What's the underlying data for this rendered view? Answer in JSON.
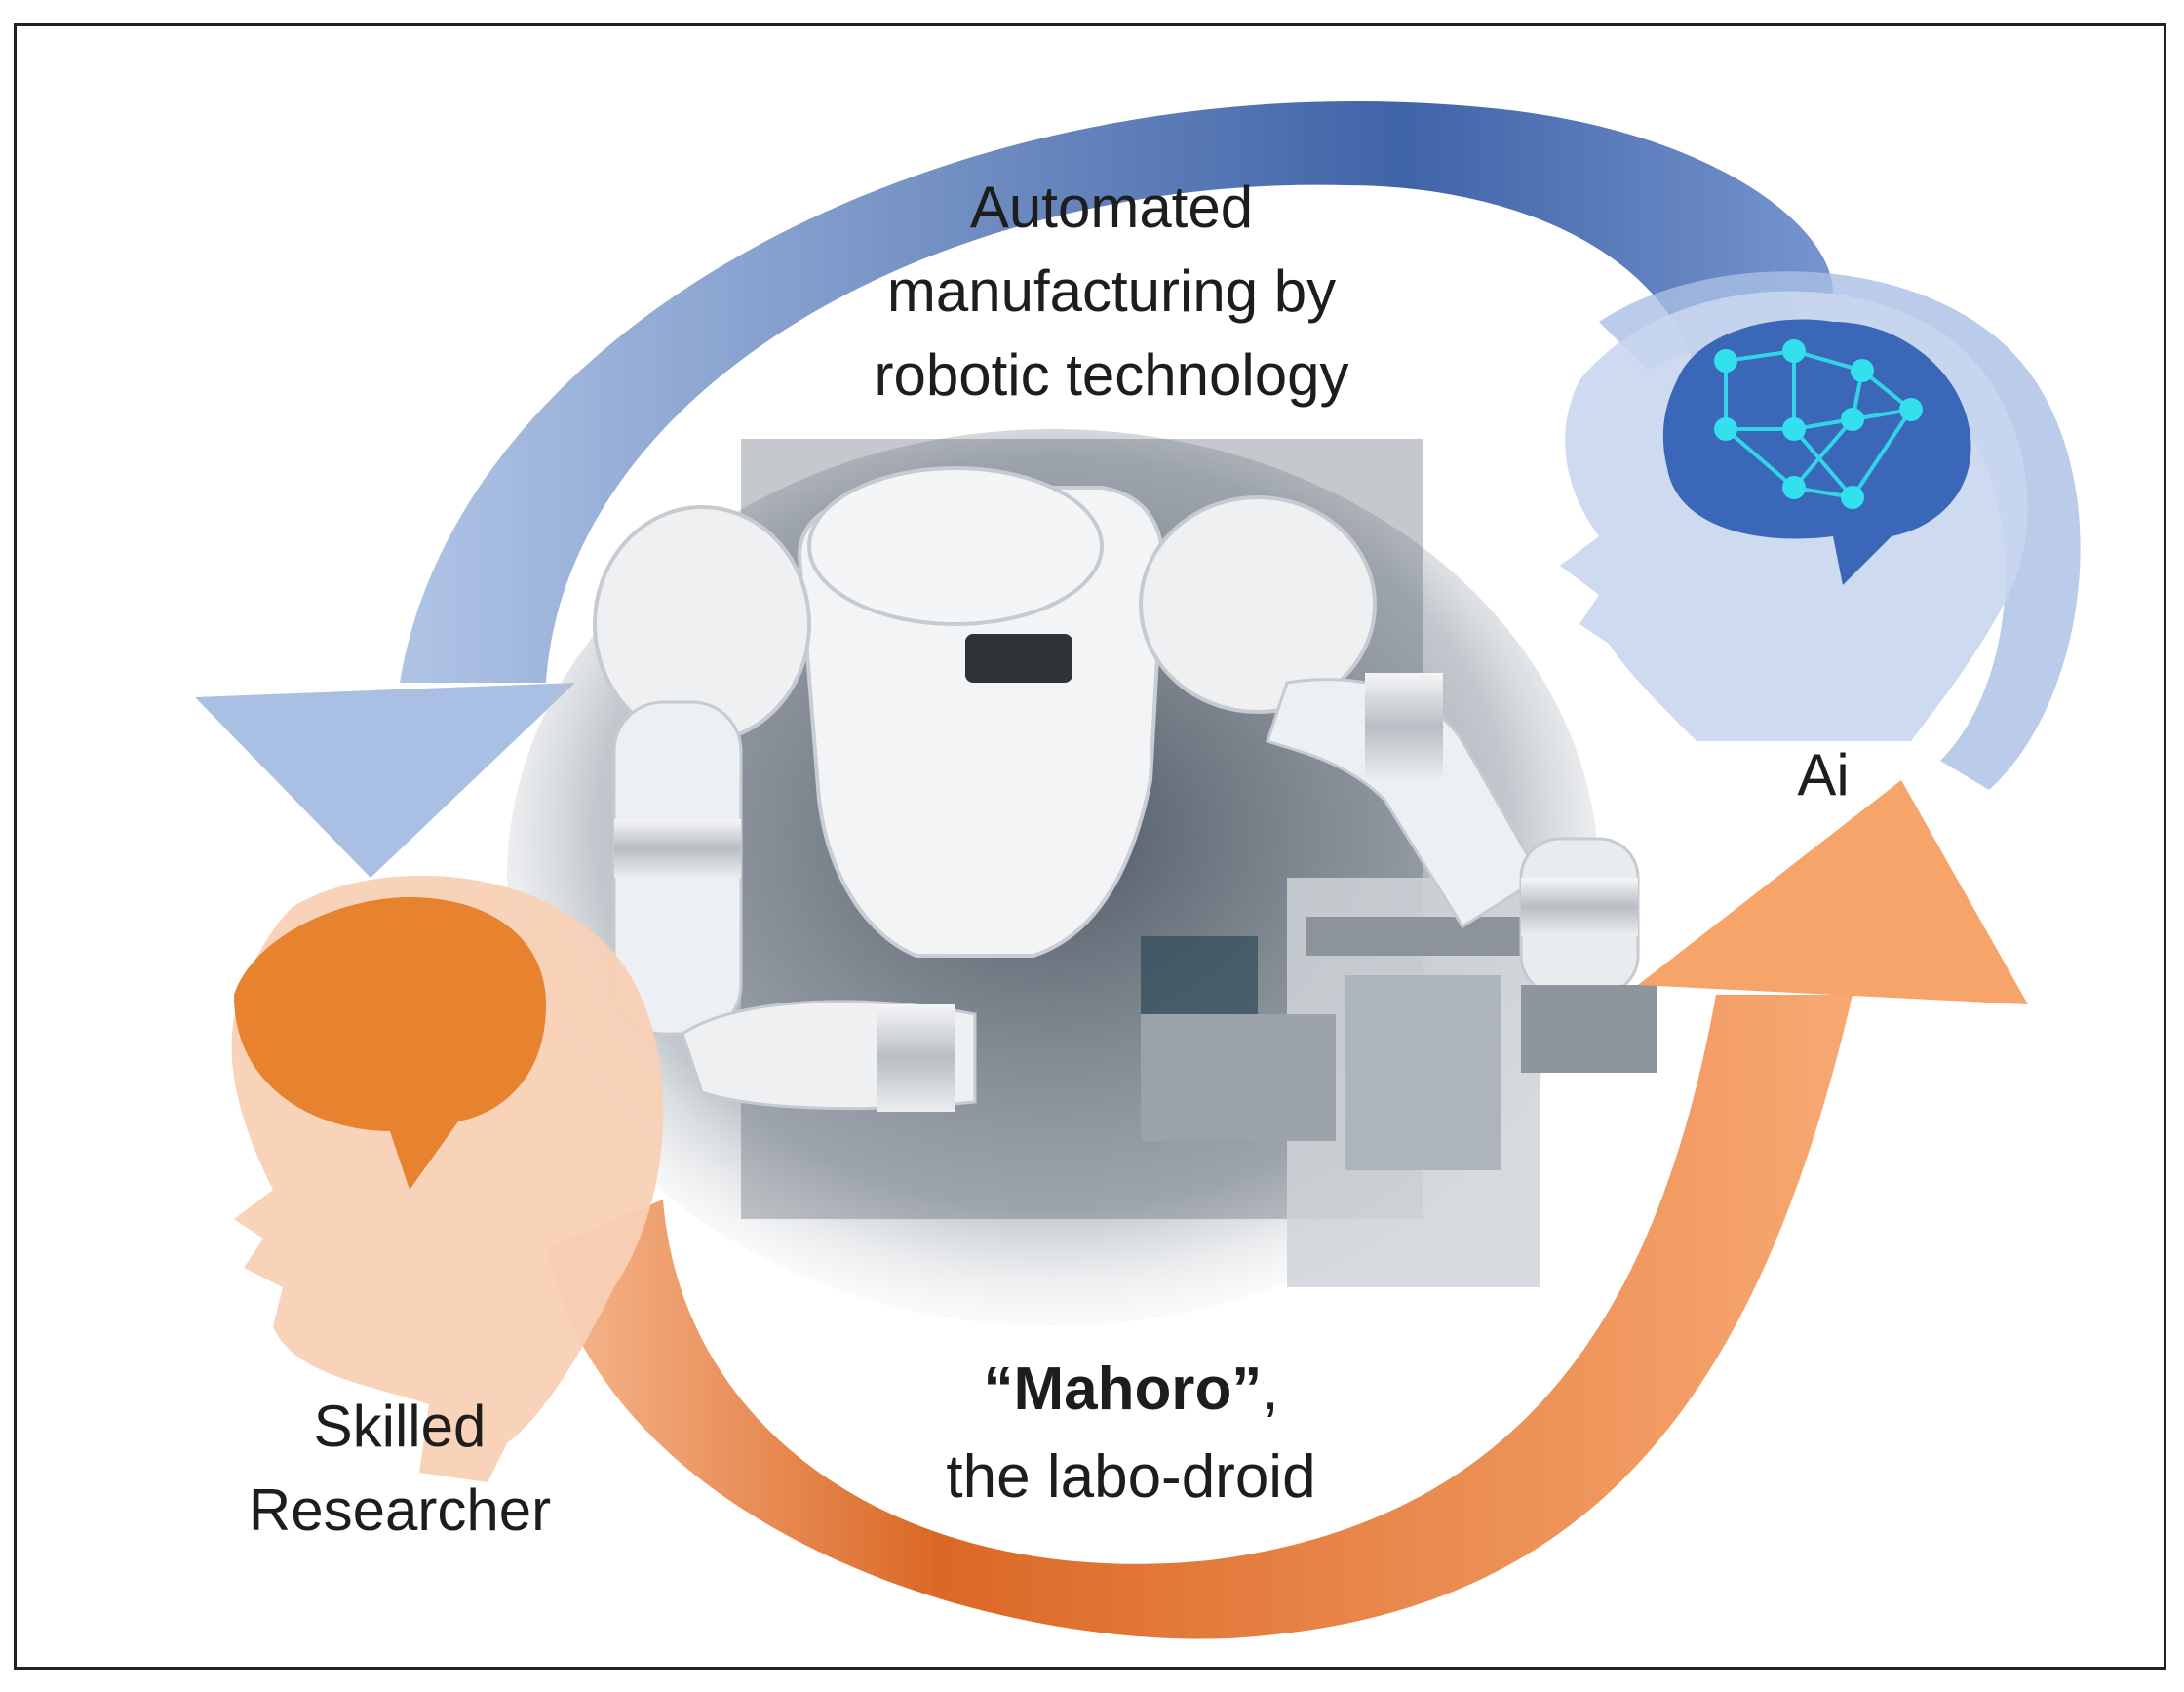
{
  "captions": {
    "top_line1": "Automated",
    "top_line2": "manufacturing by",
    "top_line3": "robotic technology",
    "ai": "Ai",
    "researcher_line1": "Skilled",
    "researcher_line2": "Researcher",
    "droid_name": "“Mahoro”",
    "droid_comma": ",",
    "droid_subtitle": "the labo-droid"
  },
  "colors": {
    "blue_dark": "#2f56a0",
    "blue_light": "#a9bfe3",
    "orange_dark": "#d9601a",
    "orange_light": "#f8c8a8",
    "ai_brain": "#3a67b8",
    "ai_nodes": "#33e0ee",
    "researcher_brain": "#e7822f",
    "researcher_head": "#f8d0b5"
  },
  "icons": {
    "ai_head": "ai-head-network-brain-icon",
    "researcher_head": "human-head-brain-icon",
    "robot": "dual-arm-robot-illustration"
  }
}
